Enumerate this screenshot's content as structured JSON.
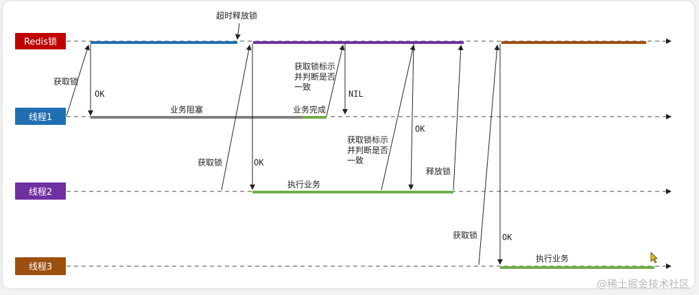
{
  "lanes": {
    "redis": {
      "label": "Redis锁",
      "color": "#c00000"
    },
    "t1": {
      "label": "线程1",
      "color": "#1f6fb2"
    },
    "t2": {
      "label": "线程2",
      "color": "#7030a0"
    },
    "t3": {
      "label": "线程3",
      "color": "#9c4f0f"
    }
  },
  "annotations": {
    "timeout_release": "超时释放锁",
    "acquire_t1": "获取锁",
    "ok_t1": "OK",
    "block": "业务阻塞",
    "done": "业务完成",
    "check1_l1": "获取锁标示",
    "check1_l2": "并判断是否",
    "check1_l3": "一致",
    "nil": "NIL",
    "acquire_t2": "获取锁",
    "ok_t2": "OK",
    "exec_t2": "执行业务",
    "check2_l1": "获取锁标示",
    "check2_l2": "并判断是否",
    "check2_l3": "一致",
    "ok_check2": "OK",
    "release_t2": "释放锁",
    "acquire_t3": "获取锁",
    "ok_t3": "OK",
    "exec_t3": "执行业务"
  },
  "colors": {
    "redis_seg1": "#1f6fb2",
    "redis_seg2": "#7030a0",
    "redis_seg3": "#9c4f0f",
    "block": "#7f7f7f",
    "green": "#70ad47"
  },
  "watermark": "@稀土掘金技术社区"
}
